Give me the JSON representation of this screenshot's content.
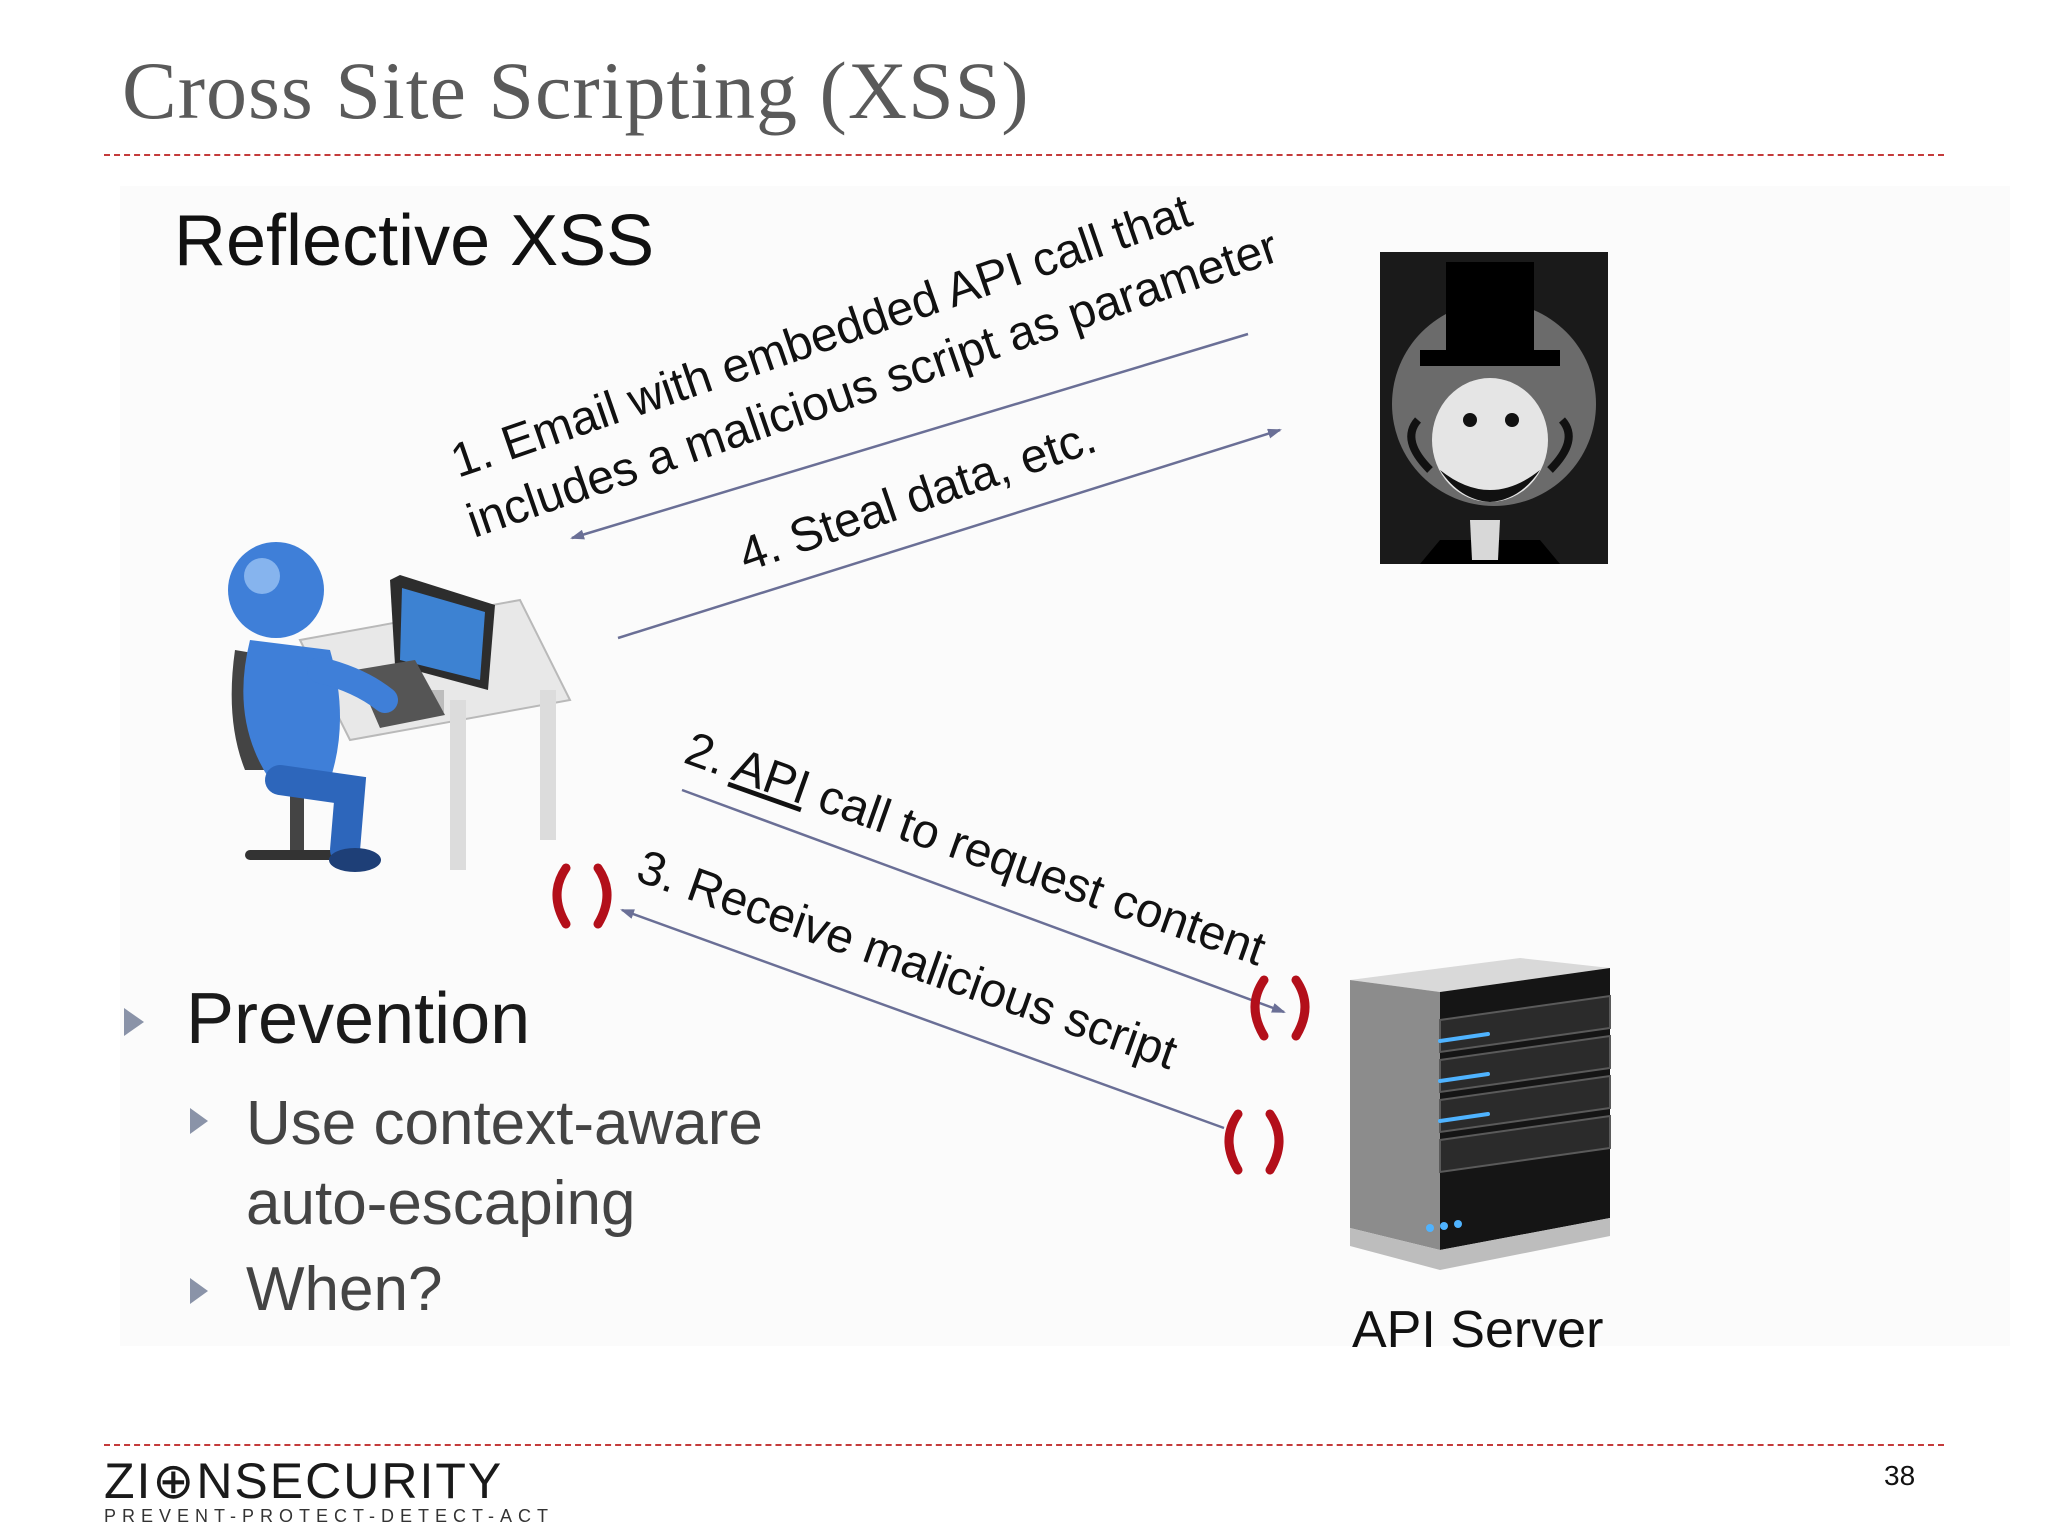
{
  "slide": {
    "title": "Cross Site Scripting (XSS)",
    "subtitle": "Reflective XSS",
    "page_number": "38"
  },
  "diagram": {
    "step1_line1": "1. Email with embedded API call that",
    "step1_line2": "includes a malicious script as parameter",
    "step4": "4. Steal data, etc.",
    "step2_prefix": "2. ",
    "step2_link": "API",
    "step2_suffix": " call to request content",
    "step3": "3. Receive malicious script",
    "server_label": "API Server"
  },
  "prevention": {
    "heading": "Prevention",
    "items": [
      {
        "line1": "Use context-aware",
        "line2": "auto-escaping"
      },
      {
        "line1": "When?"
      }
    ]
  },
  "footer": {
    "logo_text": "ZI⊕NSECURITY",
    "tagline": "PREVENT-PROTECT-DETECT-ACT"
  },
  "colors": {
    "title": "#5a5a5a",
    "rule": "#c43b3b",
    "arrow": "#6a6f96",
    "bracket": "#b30f1a",
    "user_blue": "#3f7fd8"
  },
  "icons": {
    "user": "user-at-computer-icon",
    "attacker": "villain-icon",
    "server": "server-icon"
  }
}
